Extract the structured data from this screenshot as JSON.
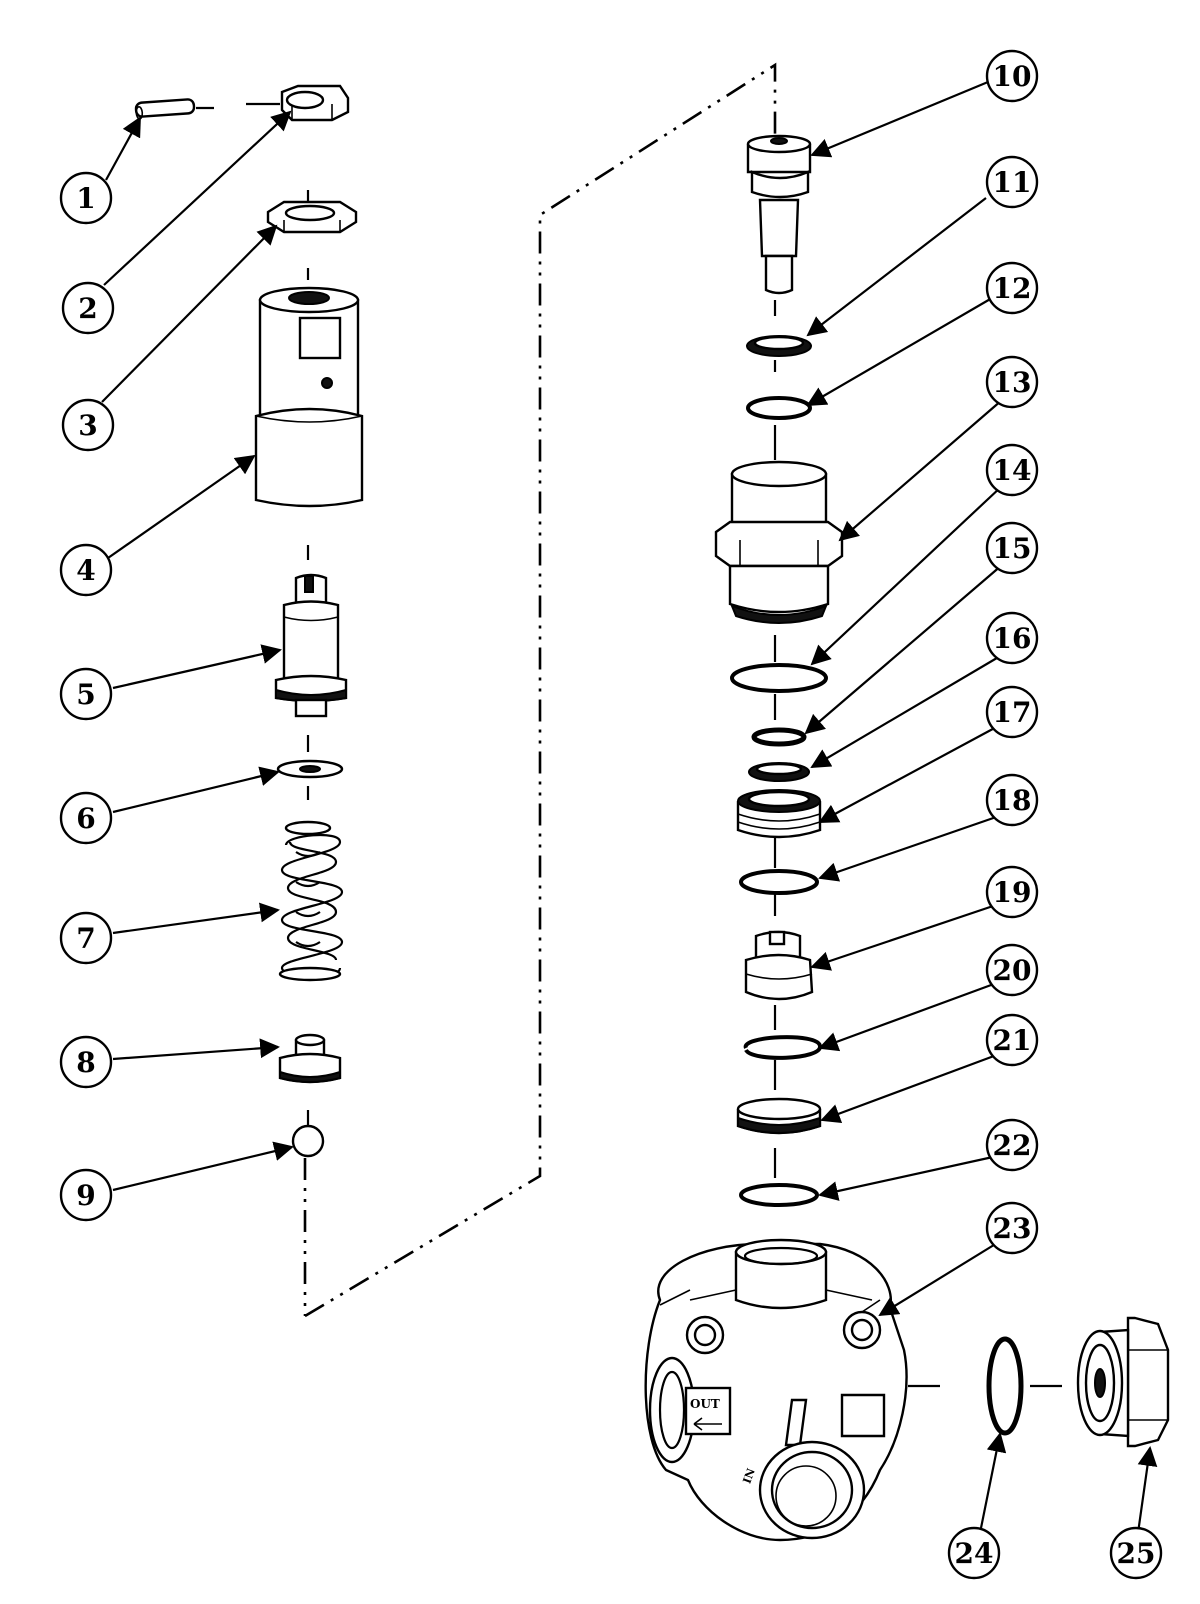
{
  "callouts": [
    "1",
    "2",
    "3",
    "4",
    "5",
    "6",
    "7",
    "8",
    "9",
    "10",
    "11",
    "12",
    "13",
    "14",
    "15",
    "16",
    "17",
    "18",
    "19",
    "20",
    "21",
    "22",
    "23",
    "24",
    "25"
  ],
  "body_labels": {
    "out": "OUT",
    "in": "IN"
  },
  "colors": {
    "ink": "#000000",
    "paper": "#ffffff"
  }
}
